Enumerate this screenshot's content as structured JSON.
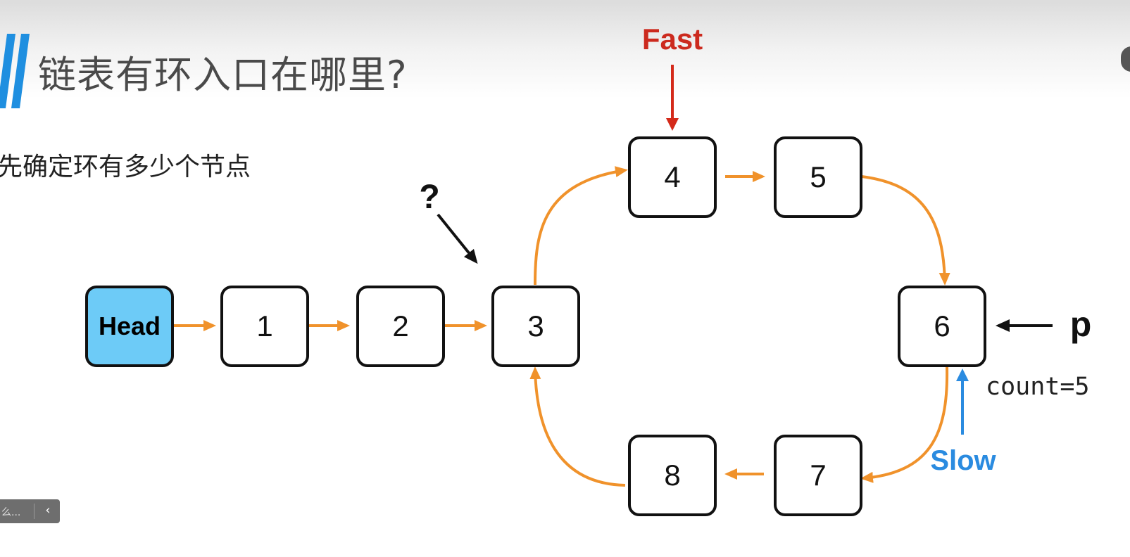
{
  "slide": {
    "title": "链表有环入口在哪里?",
    "subtitle": "先确定环有多少个节点"
  },
  "nodes": [
    {
      "id": "head",
      "label": "Head",
      "highlight": true
    },
    {
      "id": "n1",
      "label": "1"
    },
    {
      "id": "n2",
      "label": "2"
    },
    {
      "id": "n3",
      "label": "3"
    },
    {
      "id": "n4",
      "label": "4"
    },
    {
      "id": "n5",
      "label": "5"
    },
    {
      "id": "n6",
      "label": "6"
    },
    {
      "id": "n7",
      "label": "7"
    },
    {
      "id": "n8",
      "label": "8"
    }
  ],
  "edges": [
    {
      "from": "head",
      "to": "n1"
    },
    {
      "from": "n1",
      "to": "n2"
    },
    {
      "from": "n2",
      "to": "n3"
    },
    {
      "from": "n3",
      "to": "n4"
    },
    {
      "from": "n4",
      "to": "n5"
    },
    {
      "from": "n5",
      "to": "n6"
    },
    {
      "from": "n6",
      "to": "n7"
    },
    {
      "from": "n7",
      "to": "n8"
    },
    {
      "from": "n8",
      "to": "n3"
    }
  ],
  "pointers": {
    "fast": {
      "label": "Fast",
      "target": "n4",
      "color": "#cc2a1e"
    },
    "slow": {
      "label": "Slow",
      "target": "n6",
      "color": "#2a8be0"
    },
    "p": {
      "label": "p",
      "target": "n6"
    },
    "question": {
      "label": "?",
      "target": "n3"
    }
  },
  "counter": "count=5",
  "colors": {
    "edge": "#f0922b",
    "head_fill": "#6dcbf7",
    "title_bar": "#1f8fe0"
  },
  "player": {
    "caption": "么...",
    "back_icon": "chevron-left-icon"
  }
}
